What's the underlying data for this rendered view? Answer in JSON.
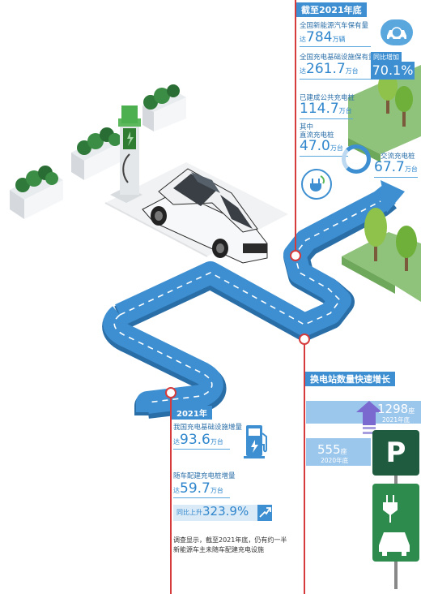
{
  "colors": {
    "road": "#3d8fd1",
    "road_edge": "#2a6ea8",
    "accent_red": "#d63a3a",
    "header_blue": "#3d8fd1",
    "light_blue": "#7fb8e6",
    "green": "#3a9a4a",
    "dark_green": "#1f6e3d"
  },
  "national": {
    "header": "截至2021年底",
    "nev_label": "全国新能源汽车保有量",
    "nev_prefix": "达",
    "nev_value": "784",
    "nev_unit": "万辆",
    "infra_label": "全国充电基础设施保有量",
    "infra_prefix": "达",
    "infra_value": "261.7",
    "infra_unit": "万台",
    "yoy_label": "同比增加",
    "yoy_value": "70.1%",
    "public_label": "已建成公共充电桩",
    "public_value": "114.7",
    "public_unit": "万台",
    "of_which": "其中",
    "dc_label": "直流充电桩",
    "dc_value": "47.0",
    "dc_unit": "万台",
    "ac_label": "交流充电桩",
    "ac_value": "67.7",
    "ac_unit": "万台"
  },
  "swap": {
    "header": "换电站数量快速增长",
    "v2021": "1298",
    "v2021_unit": "座",
    "y2021": "2021年底",
    "v2020": "555",
    "v2020_unit": "座",
    "y2020": "2020年底"
  },
  "year2021": {
    "header": "2021年",
    "infra_inc_label": "我国充电基础设施增量",
    "infra_inc_prefix": "达",
    "infra_inc_value": "93.6",
    "infra_inc_unit": "万台",
    "vehicle_pile_label": "随车配建充电桩增量",
    "vehicle_pile_prefix": "达",
    "vehicle_pile_value": "59.7",
    "vehicle_pile_unit": "万台",
    "growth_label": "同比上升",
    "growth_value": "323.9%",
    "note_line1": "调查显示，截至2021年底，仍有约一半",
    "note_line2": "新能源车主未随车配建充电设施"
  },
  "sign": {
    "parking_letter": "P"
  },
  "icons": [
    "car-plug-icon",
    "plug-icon",
    "charging-station-icon",
    "trend-up-icon",
    "parking-sign-icon",
    "ev-charging-sign-icon",
    "ev-charger-icon"
  ]
}
